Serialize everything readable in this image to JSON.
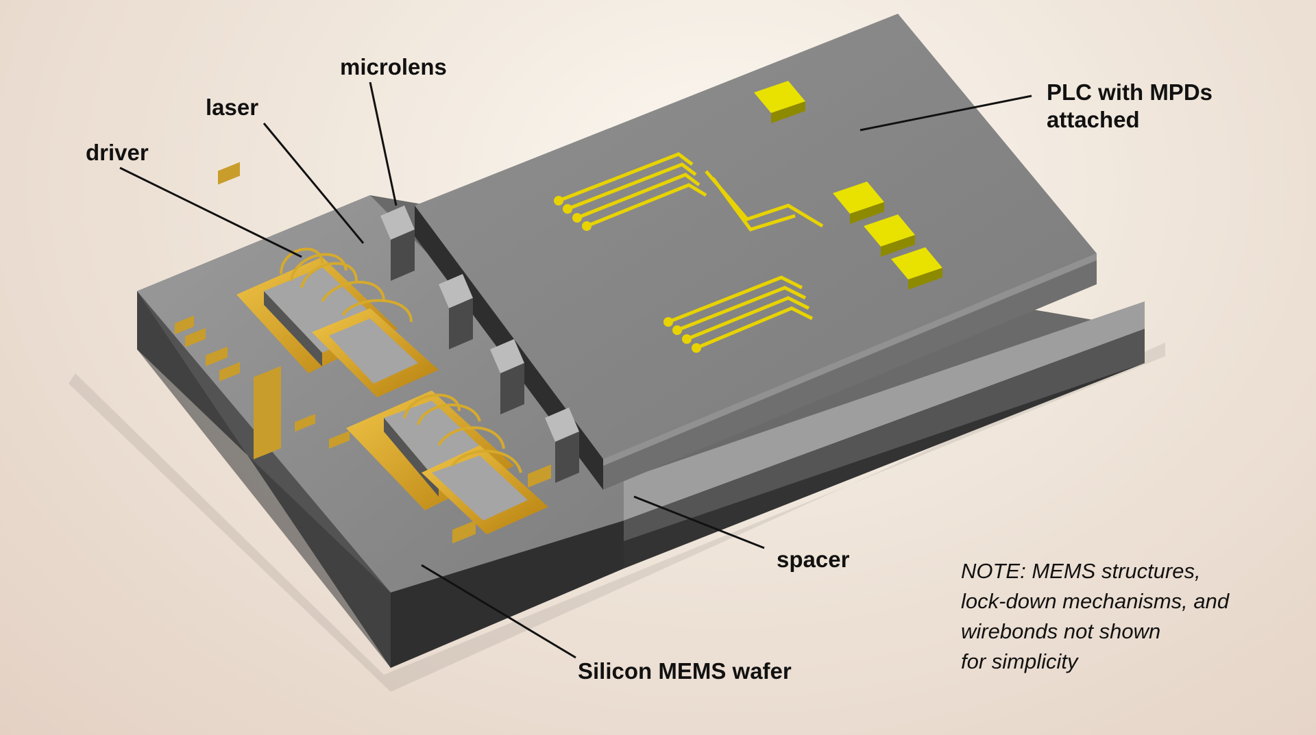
{
  "labels": {
    "microlens": "microlens",
    "laser": "laser",
    "driver": "driver",
    "plc": [
      "PLC with MPDs",
      "attached"
    ],
    "spacer": "spacer",
    "wafer": "Silicon MEMS wafer"
  },
  "note": [
    "NOTE: MEMS structures,",
    "lock-down mechanisms, and",
    "wirebonds not shown",
    "for simplicity"
  ],
  "colors": {
    "gold": "#d9a31c",
    "trace_yellow": "#e6d000",
    "wafer_top": "#8c8c8c",
    "plc_top": "#858585",
    "dark_side": "#3b3b3b"
  }
}
